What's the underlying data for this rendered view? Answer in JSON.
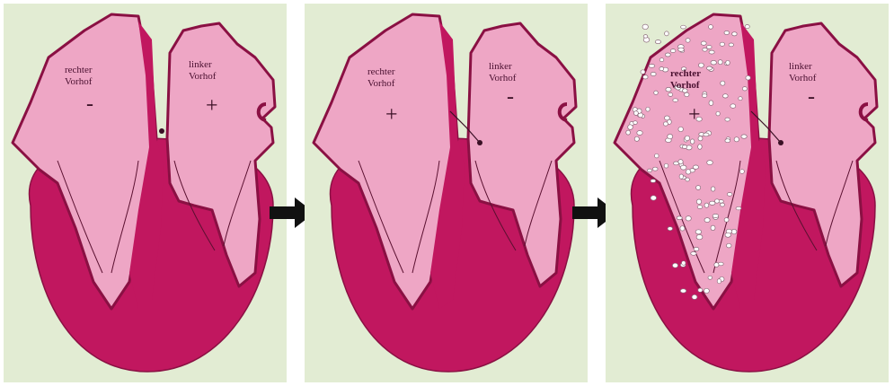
{
  "colors": {
    "background": "#e2ecd3",
    "muscle": "#c1175f",
    "chamber": "#eea6c5",
    "outline": "#8a1043",
    "bubble": "#ffffff",
    "arrow": "#111111"
  },
  "panels": [
    {
      "right_atrium_label": "rechter\nVorhof",
      "left_atrium_label": "linker\nVorhof",
      "right_sign": "-",
      "left_sign": "+",
      "shunt_open": false,
      "bubbles_in_right_side": false
    },
    {
      "right_atrium_label": "rechter\nVorhof",
      "left_atrium_label": "linker\nVorhof",
      "right_sign": "+",
      "left_sign": "-",
      "shunt_open": true,
      "bubbles_in_right_side": false
    },
    {
      "right_atrium_label": "rechter\nVorhof",
      "left_atrium_label": "linker\nVorhof",
      "right_sign": "+",
      "left_sign": "-",
      "shunt_open": true,
      "bubbles_in_right_side": true
    }
  ],
  "arrows": [
    {
      "icon": "right-arrow-icon"
    },
    {
      "icon": "right-arrow-icon"
    }
  ]
}
